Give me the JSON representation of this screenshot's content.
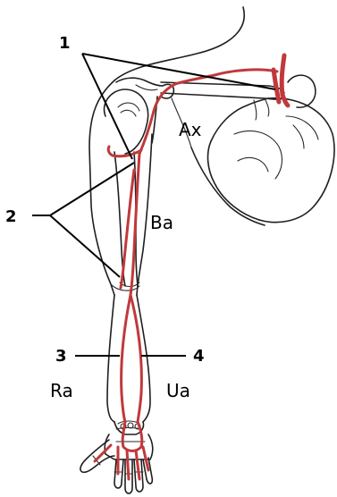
{
  "labels": {
    "axillary": "Ax",
    "brachial": "Ba",
    "radial": "Ra",
    "ulnar": "Ua"
  },
  "markers": {
    "m1": "1",
    "m2": "2",
    "m3": "3",
    "m4": "4"
  },
  "colors": {
    "artery": "#c0393b",
    "outline": "#1f1f1f",
    "background": "#ffffff"
  }
}
